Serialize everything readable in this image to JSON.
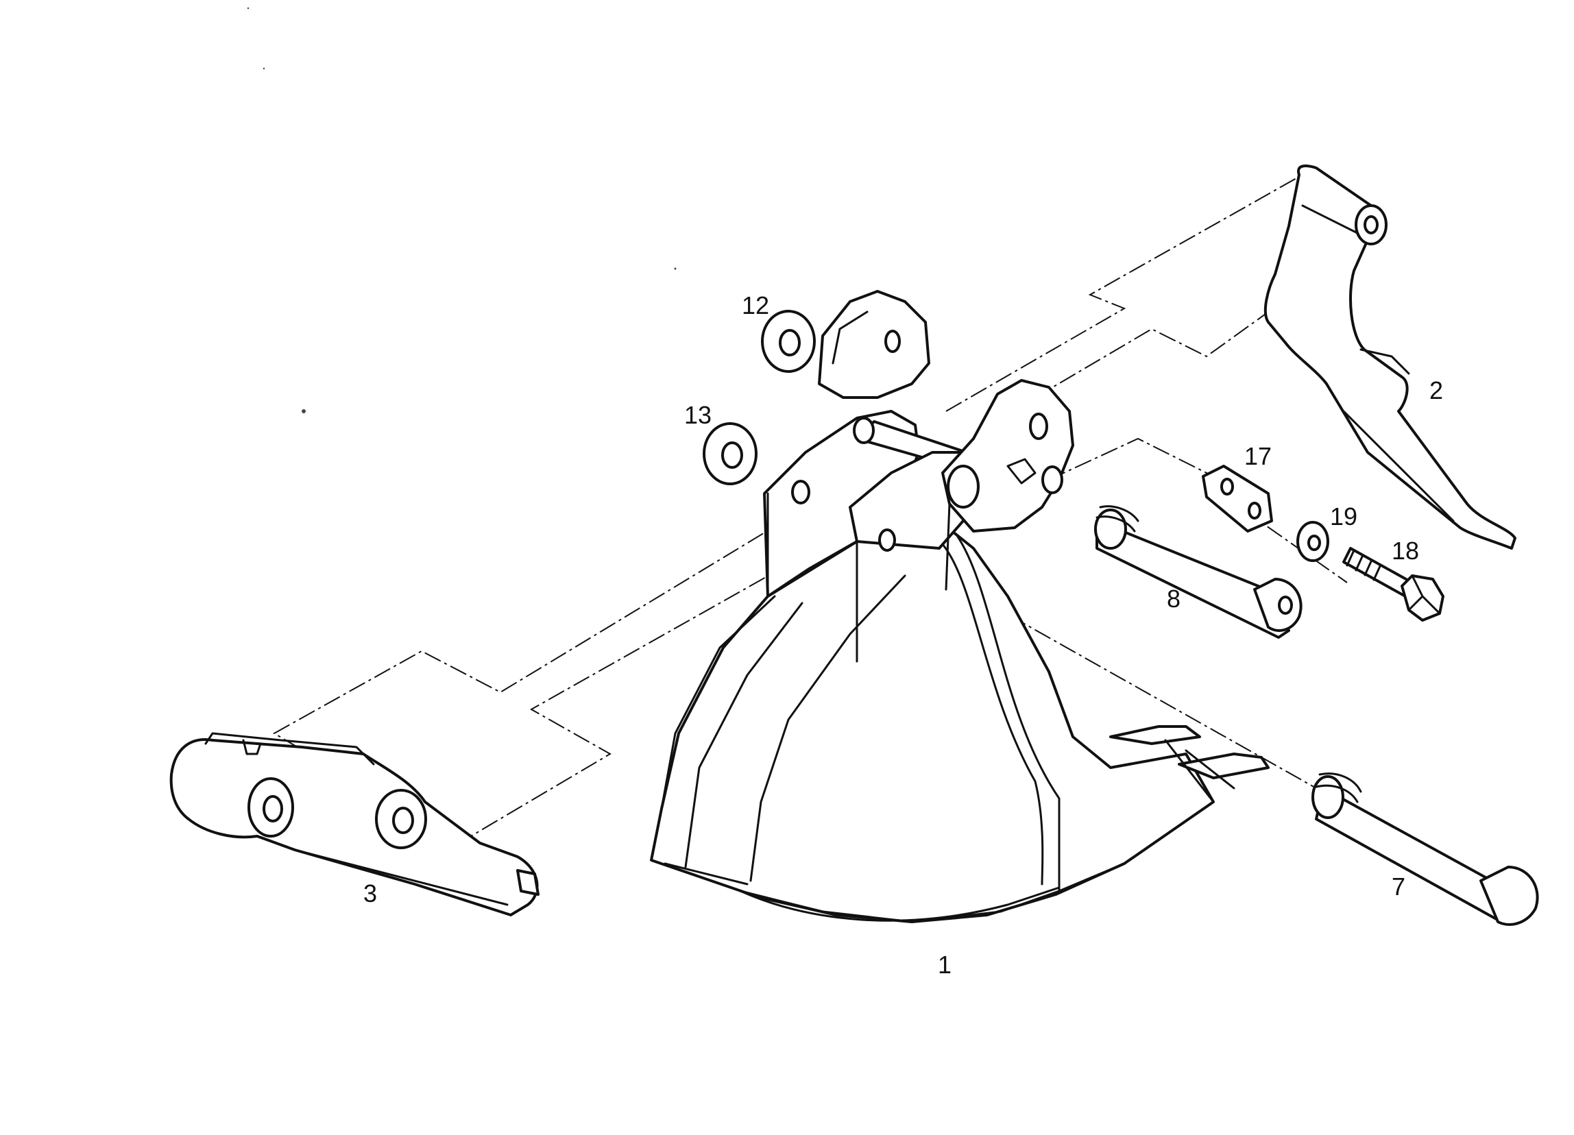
{
  "diagram": {
    "callouts": [
      {
        "id": "bucket",
        "label": "1"
      },
      {
        "id": "arm-link",
        "label": "2"
      },
      {
        "id": "lever-link",
        "label": "3"
      },
      {
        "id": "pin-lower",
        "label": "7"
      },
      {
        "id": "pin-upper",
        "label": "8"
      },
      {
        "id": "shim-a",
        "label": "12"
      },
      {
        "id": "shim-b",
        "label": "13"
      },
      {
        "id": "lock-plate",
        "label": "17"
      },
      {
        "id": "bolt",
        "label": "18"
      },
      {
        "id": "washer",
        "label": "19"
      }
    ]
  }
}
